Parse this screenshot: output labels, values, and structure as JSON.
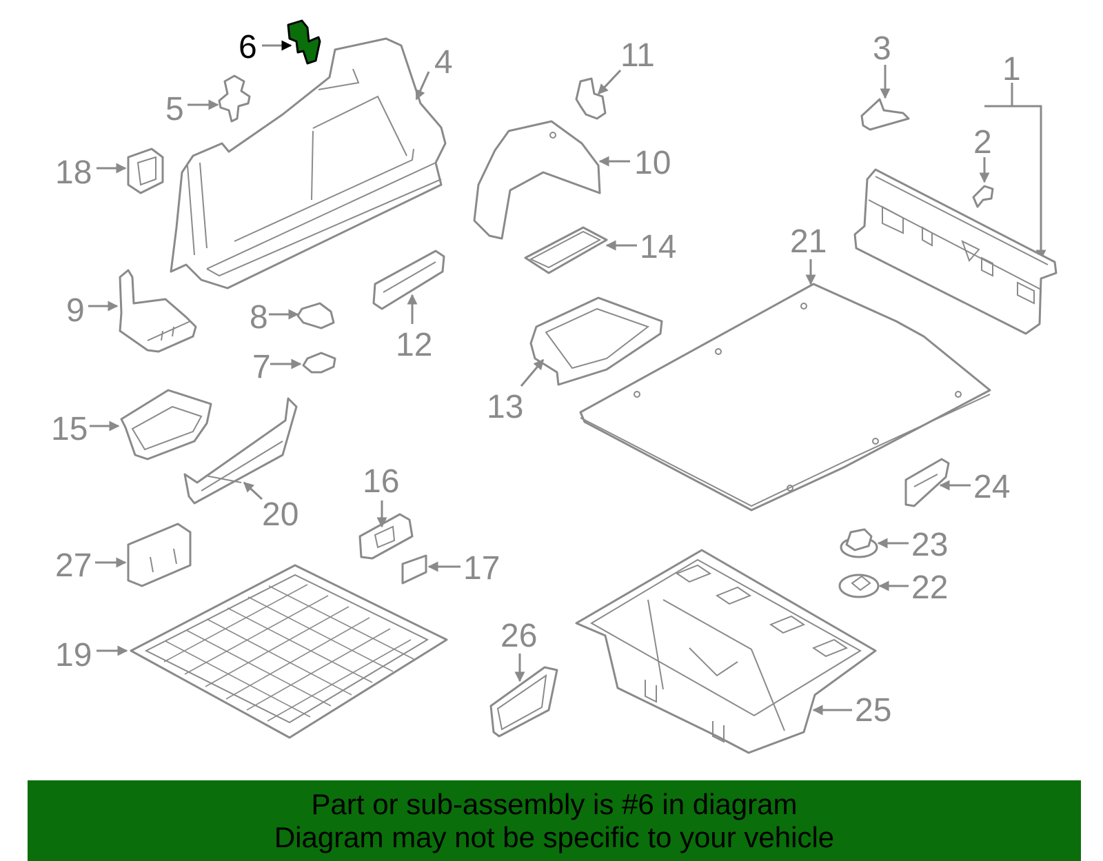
{
  "diagram": {
    "highlight_color": "#0a6e0a",
    "line_color": "#8a8a8a",
    "callouts": [
      {
        "id": "6",
        "label": "6",
        "highlighted": true
      },
      {
        "id": "4",
        "label": "4"
      },
      {
        "id": "5",
        "label": "5"
      },
      {
        "id": "18",
        "label": "18"
      },
      {
        "id": "9",
        "label": "9"
      },
      {
        "id": "8",
        "label": "8"
      },
      {
        "id": "7",
        "label": "7"
      },
      {
        "id": "15",
        "label": "15"
      },
      {
        "id": "20",
        "label": "20"
      },
      {
        "id": "27",
        "label": "27"
      },
      {
        "id": "19",
        "label": "19"
      },
      {
        "id": "11",
        "label": "11"
      },
      {
        "id": "10",
        "label": "10"
      },
      {
        "id": "14",
        "label": "14"
      },
      {
        "id": "12",
        "label": "12"
      },
      {
        "id": "13",
        "label": "13"
      },
      {
        "id": "16",
        "label": "16"
      },
      {
        "id": "17",
        "label": "17"
      },
      {
        "id": "26",
        "label": "26"
      },
      {
        "id": "3",
        "label": "3"
      },
      {
        "id": "1",
        "label": "1"
      },
      {
        "id": "2",
        "label": "2"
      },
      {
        "id": "21",
        "label": "21"
      },
      {
        "id": "24",
        "label": "24"
      },
      {
        "id": "23",
        "label": "23"
      },
      {
        "id": "22",
        "label": "22"
      },
      {
        "id": "25",
        "label": "25"
      }
    ]
  },
  "banner": {
    "background": "#0a6e0a",
    "line1": "Part or sub-assembly is #6 in diagram",
    "line2": "Diagram may not be specific to your vehicle"
  }
}
